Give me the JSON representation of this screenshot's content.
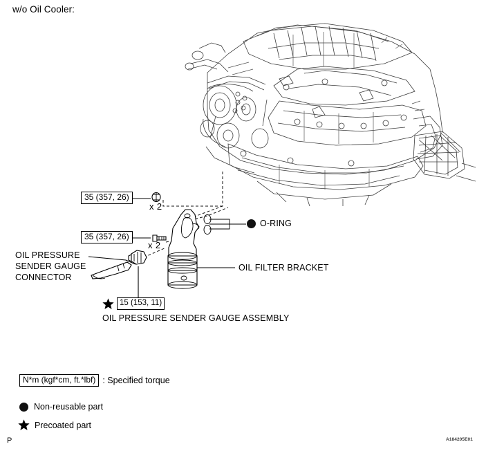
{
  "document": {
    "title": "w/o Oil Cooler:",
    "page_marker": "P",
    "figure_code": "A184205E01"
  },
  "diagram": {
    "torque_specs": [
      {
        "id": "upper-bolt-torque",
        "value": "35 (357, 26)",
        "quantity": "x 2"
      },
      {
        "id": "lower-bolt-torque",
        "value": "35 (357, 26)",
        "quantity": "x 2"
      },
      {
        "id": "sender-gauge-torque",
        "value": "15 (153, 11)",
        "marker": "precoated"
      }
    ],
    "callouts": [
      {
        "id": "o-ring",
        "label": "O-RING",
        "marker": "non-reusable"
      },
      {
        "id": "oil-filter-bracket",
        "label": "OIL FILTER BRACKET",
        "marker": "none"
      },
      {
        "id": "oil-pressure-sender-gauge-connector",
        "label_lines": [
          "OIL PRESSURE",
          "SENDER GAUGE",
          "CONNECTOR"
        ],
        "marker": "none"
      },
      {
        "id": "oil-pressure-sender-gauge-assembly",
        "label": "OIL PRESSURE SENDER GAUGE ASSEMBLY",
        "marker": "none"
      }
    ]
  },
  "legend": {
    "torque_unit_box": "N*m (kgf*cm, ft.*lbf)",
    "torque_unit_desc": ": Specified torque",
    "items": [
      {
        "id": "non-reusable",
        "marker": "filled-circle",
        "label": "Non-reusable part"
      },
      {
        "id": "precoated",
        "marker": "filled-star",
        "label": "Precoated part"
      }
    ]
  },
  "colors": {
    "ink": "#000000",
    "line_art": "#3c3c3c",
    "background": "#ffffff"
  }
}
